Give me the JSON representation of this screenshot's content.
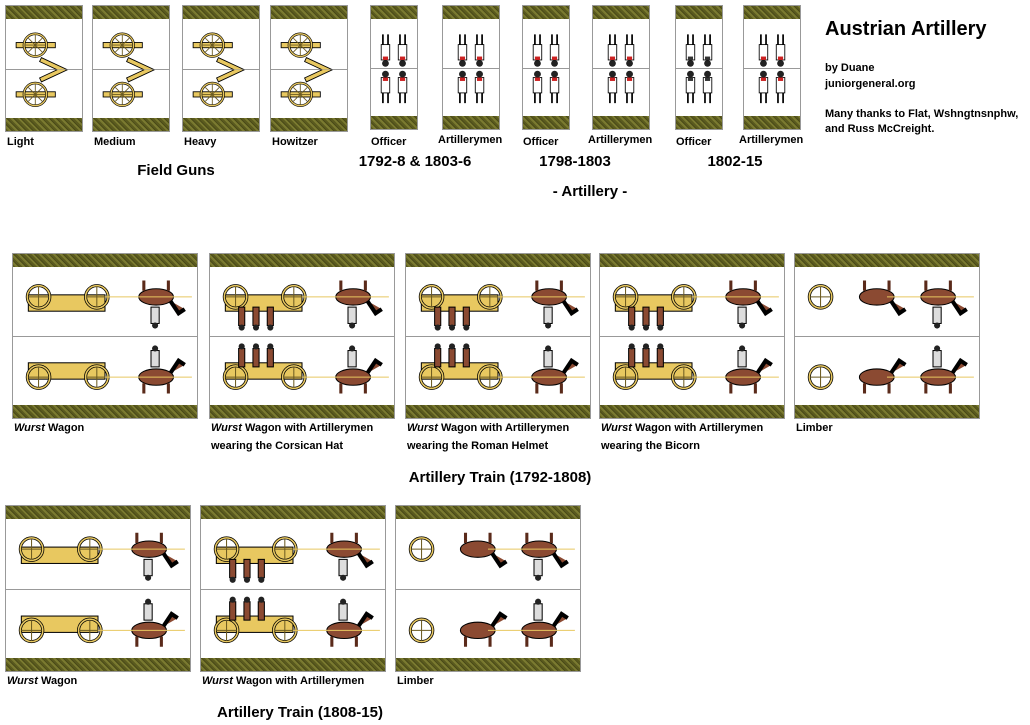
{
  "title": "Austrian Artillery",
  "credits": {
    "author": "by Duane",
    "site": "juniorgeneral.org",
    "thanks_1": "Many thanks to Flat, Wshngtnsnphw,",
    "thanks_2": "and Russ McCreight."
  },
  "field_guns": {
    "title": "Field Guns",
    "items": [
      "Light",
      "Medium",
      "Heavy",
      "Howitzer"
    ]
  },
  "artillery": {
    "title": "- Artillery -",
    "groups": [
      {
        "period": "1792-8 & 1803-6",
        "officer": "Officer",
        "crew": "Artillerymen"
      },
      {
        "period": "1798-1803",
        "officer": "Officer",
        "crew": "Artillerymen"
      },
      {
        "period": "1802-15",
        "officer": "Officer",
        "crew": "Artillerymen"
      }
    ]
  },
  "train_1": {
    "title": "Artillery Train (1792-1808)",
    "items": [
      {
        "em": "Wurst",
        "label": " Wagon",
        "line2": ""
      },
      {
        "em": "Wurst",
        "label": " Wagon with Artillerymen",
        "line2": "wearing the Corsican Hat"
      },
      {
        "em": "Wurst",
        "label": " Wagon with Artillerymen",
        "line2": "wearing the Roman Helmet"
      },
      {
        "em": "Wurst",
        "label": " Wagon with Artillerymen",
        "line2": "wearing the Bicorn"
      },
      {
        "em": "",
        "label": "Limber",
        "line2": ""
      }
    ]
  },
  "train_2": {
    "title": "Artillery Train (1808-15)",
    "items": [
      {
        "em": "Wurst",
        "label": " Wagon",
        "line2": ""
      },
      {
        "em": "Wurst",
        "label": " Wagon with Artillerymen",
        "line2": ""
      },
      {
        "em": "",
        "label": "Limber",
        "line2": ""
      }
    ]
  },
  "colors": {
    "grass": "#5a5a1e",
    "brass": "#e8c860",
    "horse": "#8b4a32",
    "coat": "#ffffff"
  }
}
